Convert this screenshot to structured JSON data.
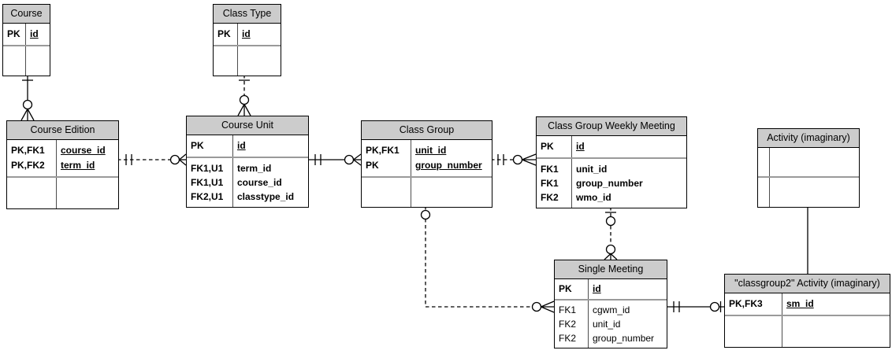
{
  "tables": {
    "course": {
      "title": "Course",
      "pk": [
        {
          "keys": "PK",
          "field": "id"
        }
      ]
    },
    "class_type": {
      "title": "Class Type",
      "pk": [
        {
          "keys": "PK",
          "field": "id"
        }
      ]
    },
    "course_edition": {
      "title": "Course Edition",
      "pk": [
        {
          "keys": "PK,FK1",
          "field": "course_id"
        },
        {
          "keys": "PK,FK2",
          "field": "term_id"
        }
      ]
    },
    "course_unit": {
      "title": "Course Unit",
      "pk": [
        {
          "keys": "PK",
          "field": "id"
        }
      ],
      "attrs": [
        {
          "keys": "FK1,U1",
          "field": "term_id"
        },
        {
          "keys": "FK1,U1",
          "field": "course_id"
        },
        {
          "keys": "FK2,U1",
          "field": "classtype_id"
        }
      ]
    },
    "class_group": {
      "title": "Class Group",
      "pk": [
        {
          "keys": "PK,FK1",
          "field": "unit_id"
        },
        {
          "keys": "PK",
          "field": "group_number"
        }
      ]
    },
    "class_group_weekly_meeting": {
      "title": "Class Group Weekly Meeting",
      "pk": [
        {
          "keys": "PK",
          "field": "id"
        }
      ],
      "attrs": [
        {
          "keys": "FK1",
          "field": "unit_id"
        },
        {
          "keys": "FK1",
          "field": "group_number"
        },
        {
          "keys": "FK2",
          "field": "wmo_id"
        }
      ]
    },
    "activity": {
      "title": "Activity (imaginary)"
    },
    "single_meeting": {
      "title": "Single Meeting",
      "pk": [
        {
          "keys": "PK",
          "field": "id"
        }
      ],
      "attrs": [
        {
          "keys": "FK1",
          "field": "cgwm_id"
        },
        {
          "keys": "FK2",
          "field": "unit_id"
        },
        {
          "keys": "FK2",
          "field": "group_number"
        }
      ]
    },
    "classgroup2_activity": {
      "title": "\"classgroup2\" Activity (imaginary)",
      "pk": [
        {
          "keys": "PK,FK3",
          "field": "sm_id"
        }
      ]
    }
  },
  "relationships": [
    {
      "from": "Course",
      "to": "Course Edition",
      "from_cardinality": "exactly one",
      "to_cardinality": "zero or many",
      "line": "solid"
    },
    {
      "from": "Class Type",
      "to": "Course Unit",
      "from_cardinality": "exactly one",
      "to_cardinality": "zero or many",
      "line": "dashed"
    },
    {
      "from": "Course Edition",
      "to": "Course Unit",
      "from_cardinality": "exactly one",
      "to_cardinality": "zero or many",
      "line": "dashed"
    },
    {
      "from": "Course Unit",
      "to": "Class Group",
      "from_cardinality": "exactly one",
      "to_cardinality": "zero or many",
      "line": "solid"
    },
    {
      "from": "Class Group",
      "to": "Class Group Weekly Meeting",
      "from_cardinality": "exactly one",
      "to_cardinality": "zero or many",
      "line": "dashed"
    },
    {
      "from": "Class Group",
      "to": "Single Meeting",
      "from_cardinality": "zero or one",
      "to_cardinality": "zero or many",
      "line": "dashed"
    },
    {
      "from": "Class Group Weekly Meeting",
      "to": "Single Meeting",
      "from_cardinality": "zero or one",
      "to_cardinality": "zero or many",
      "line": "dashed"
    },
    {
      "from": "Single Meeting",
      "to": "\"classgroup2\" Activity (imaginary)",
      "from_cardinality": "exactly one",
      "to_cardinality": "zero or one",
      "line": "solid"
    },
    {
      "type": "inheritance",
      "parent": "Activity (imaginary)",
      "child": "\"classgroup2\" Activity (imaginary)"
    }
  ]
}
